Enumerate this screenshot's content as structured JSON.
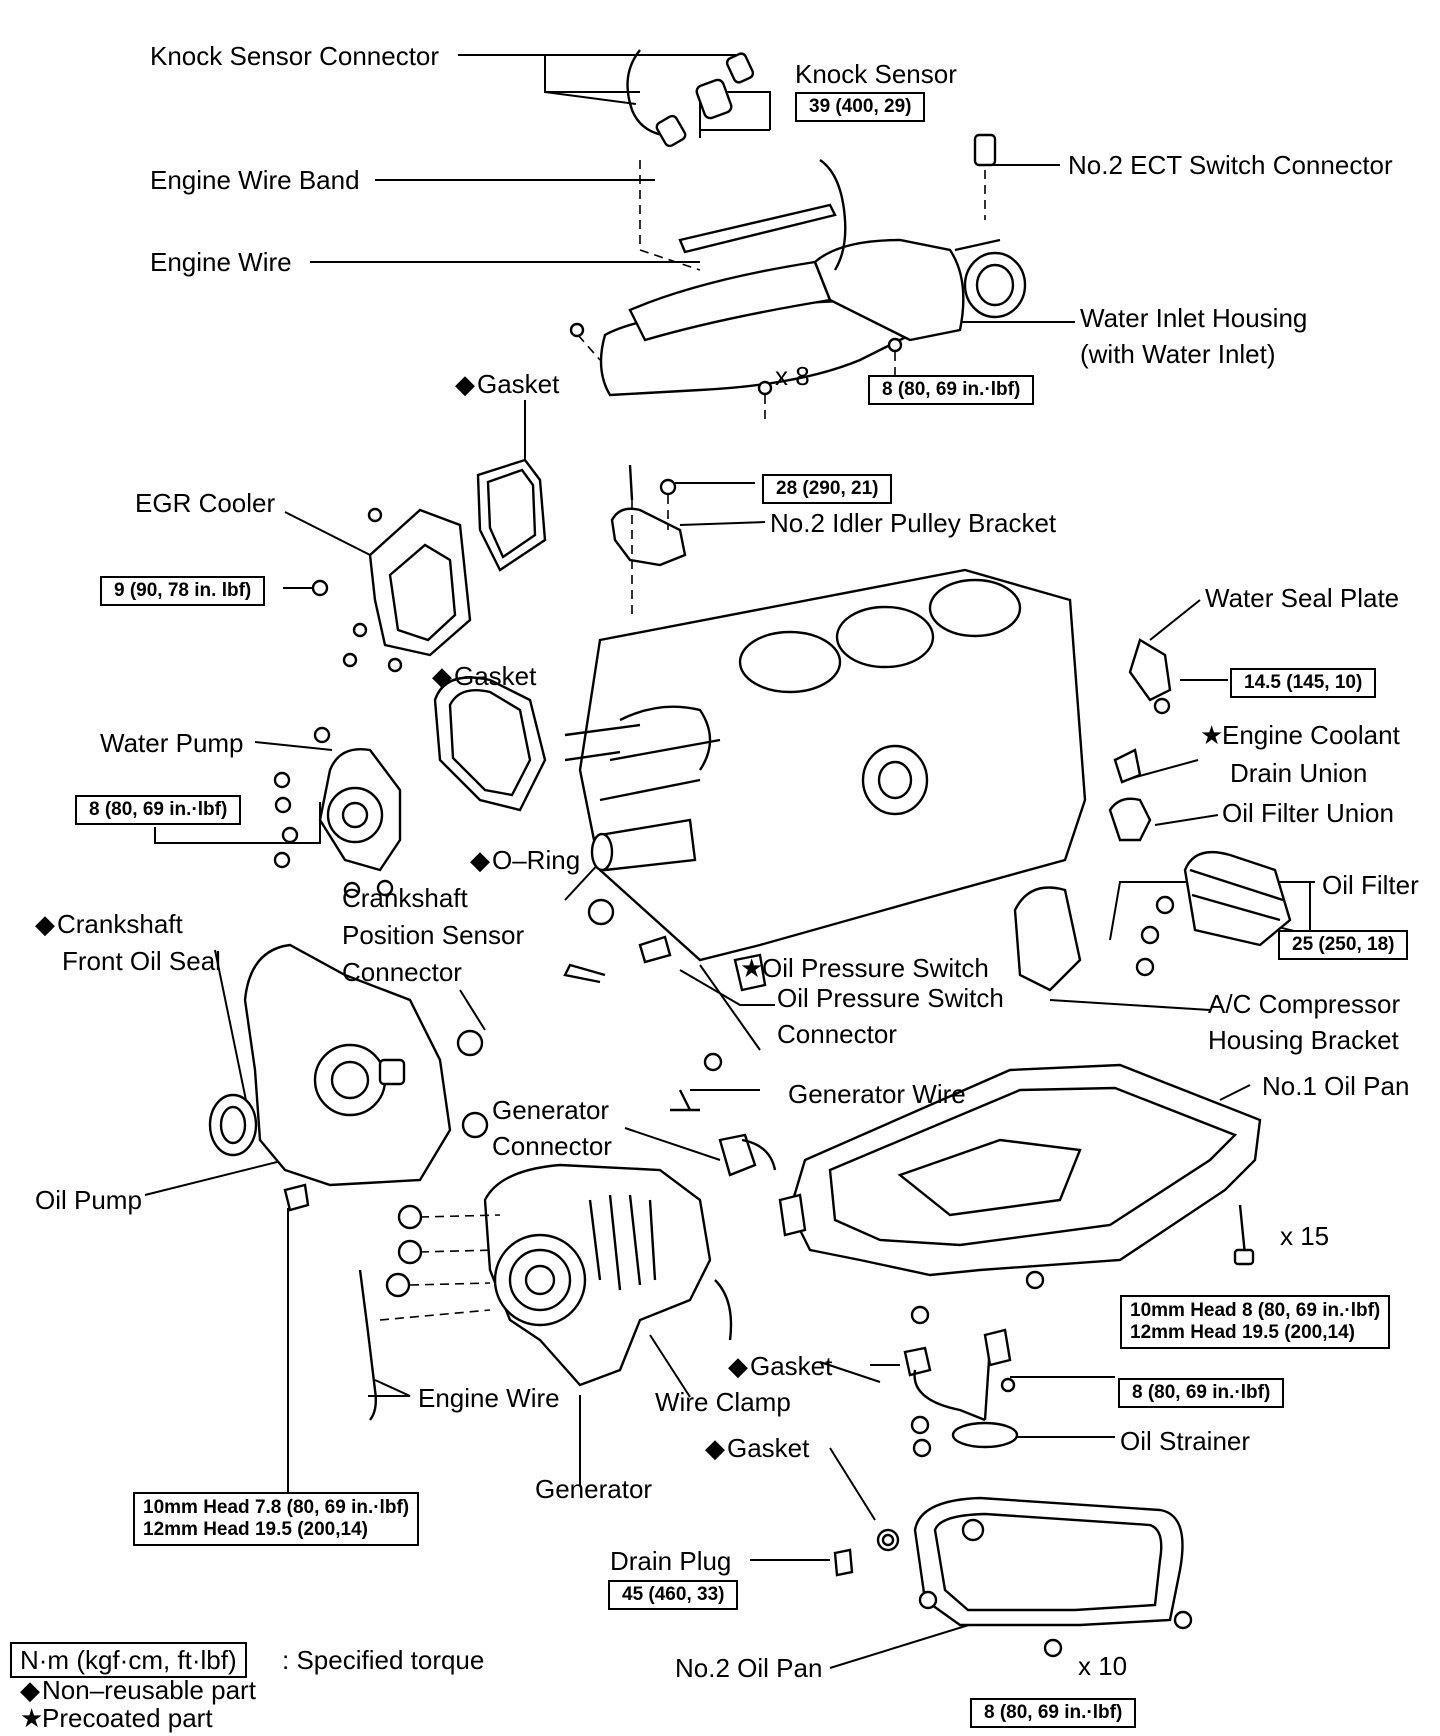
{
  "labels": {
    "knock_sensor_connector": "Knock Sensor Connector",
    "knock_sensor": "Knock Sensor",
    "engine_wire_band": "Engine Wire Band",
    "engine_wire_top": "Engine Wire",
    "no2_ect_switch_connector": "No.2 ECT Switch Connector",
    "water_inlet_housing_1": "Water Inlet Housing",
    "water_inlet_housing_2": "(with Water Inlet)",
    "x8": "x 8",
    "gasket_top": "Gasket",
    "egr_cooler": "EGR Cooler",
    "no2_idler_pulley_bracket": "No.2 Idler Pulley Bracket",
    "water_seal_plate": "Water Seal Plate",
    "gasket_mid": "Gasket",
    "water_pump": "Water Pump",
    "engine_coolant_drain_union_1": "Engine Coolant",
    "engine_coolant_drain_union_2": "Drain Union",
    "oil_filter_union": "Oil Filter Union",
    "oil_filter": "Oil Filter",
    "o_ring": "O–Ring",
    "crankshaft_position_sensor_1": "Crankshaft",
    "crankshaft_position_sensor_2": "Position Sensor",
    "crankshaft_position_sensor_3": "Connector",
    "crankshaft_front_oil_seal_1": "Crankshaft",
    "crankshaft_front_oil_seal_2": "Front Oil Seal",
    "oil_pressure_switch": "Oil Pressure Switch",
    "oil_pressure_switch_connector_1": "Oil Pressure Switch",
    "oil_pressure_switch_connector_2": "Connector",
    "ac_compressor_bracket_1": "A/C Compressor",
    "ac_compressor_bracket_2": "Housing Bracket",
    "generator_wire": "Generator Wire",
    "no1_oil_pan": "No.1 Oil Pan",
    "generator_connector_1": "Generator",
    "generator_connector_2": "Connector",
    "oil_pump": "Oil Pump",
    "x15": "x 15",
    "gasket_strainer": "Gasket",
    "engine_wire_bottom": "Engine Wire",
    "wire_clamp": "Wire Clamp",
    "oil_strainer": "Oil Strainer",
    "gasket_pan": "Gasket",
    "generator": "Generator",
    "drain_plug": "Drain Plug",
    "no2_oil_pan": "No.2 Oil Pan",
    "x10": "x 10"
  },
  "torques": {
    "knock_sensor": "39 (400, 29)",
    "water_inlet": "8 (80, 69 in.·lbf)",
    "idler_bracket": "28 (290, 21)",
    "egr_cooler": "9 (90, 78 in. lbf)",
    "water_seal_plate": "14.5 (145, 10)",
    "water_pump": "8 (80, 69 in.·lbf)",
    "ac_bracket": "25 (250, 18)",
    "no1_oil_pan_1": "10mm Head 8 (80, 69 in.·lbf)",
    "no1_oil_pan_2": "12mm Head 19.5 (200,14)",
    "oil_strainer": "8 (80, 69 in.·lbf)",
    "oil_pump_1": "10mm Head 7.8 (80, 69 in.·lbf)",
    "oil_pump_2": "12mm Head 19.5 (200,14)",
    "drain_plug": "45 (460, 33)",
    "no2_oil_pan": "8 (80, 69 in.·lbf)"
  },
  "symbols": {
    "non_reusable": "◆",
    "precoated": "★"
  },
  "legend": {
    "unit": "N·m (kgf·cm, ft·lbf)",
    "unit_desc": ": Specified torque",
    "non_reusable": "Non–reusable part",
    "precoated": "Precoated part"
  }
}
